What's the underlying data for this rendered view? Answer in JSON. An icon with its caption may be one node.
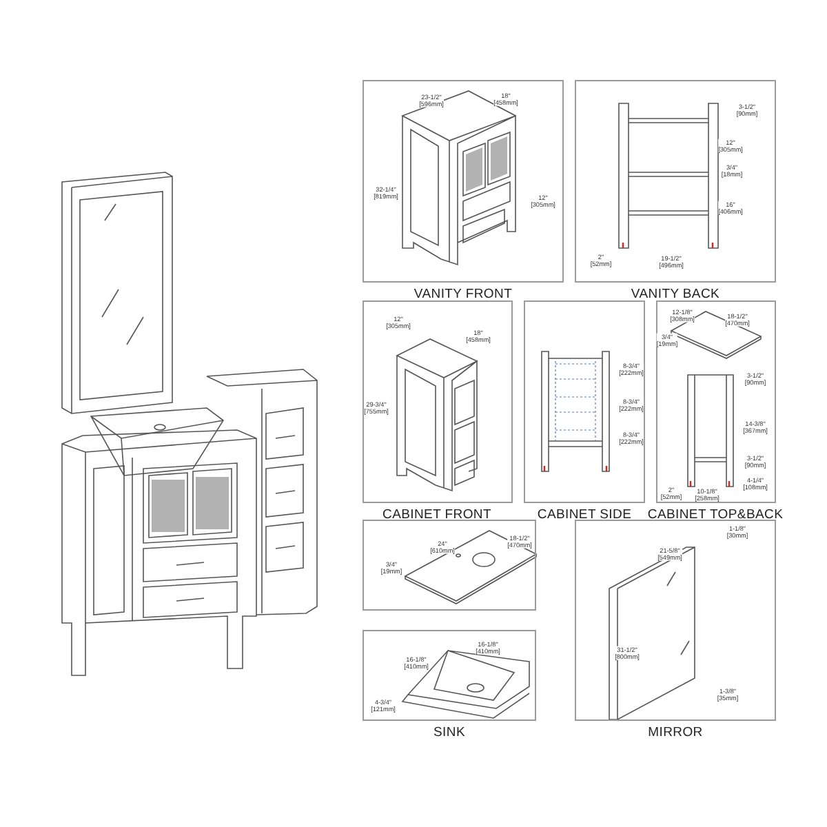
{
  "diagram": {
    "nodes": [
      {
        "text": [
          "VANITY FRONT"
        ]
      },
      {
        "text": [
          "VANITY BACK"
        ]
      },
      {
        "text": [
          "CABINET FRONT"
        ]
      },
      {
        "text": [
          "CABINET SIDE"
        ]
      },
      {
        "text": [
          "CABINET TOP&BACK"
        ]
      },
      {
        "text": [],
        "shape": "box"
      },
      {
        "text": [
          "SINK"
        ]
      },
      {
        "text": [
          "MIRROR"
        ]
      }
    ],
    "labels": [
      "23-1/2\" [596mm]",
      "18\" [458mm]",
      "32-1/4\" [819mm]",
      "12\" [305mm]",
      "3-1/2\" [90mm]",
      "12\" [305mm]",
      "3/4\" [18mm]",
      "16\" [406mm]",
      "2\" [52mm]",
      "19-1/2\" [496mm]",
      "12\" [305mm]",
      "18\" [458mm]",
      "29-3/4\" [755mm]",
      "8-3/4\" [222mm]",
      "8-3/4\" [222mm]",
      "8-3/4\" [222mm]",
      "12-1/8\" [308mm]",
      "18-1/2\" [470mm]",
      "3/4\" [19mm]",
      "3-1/2\" [90mm]",
      "14-3/8\" [367mm]",
      "3-1/2\" [90mm]",
      "4-1/4\" [108mm]",
      "2\" [52mm]",
      "10-1/8\" [258mm]",
      "24\" [610mm]",
      "18-1/2\" [470mm]",
      "3/4\" [19mm]",
      "16-1/8\" [410mm]",
      "16-1/8\" [410mm]",
      "4-3/4\" [121mm]",
      "1-1/8\" [30mm]",
      "21-5/8\" [549mm]",
      "31-1/2\" [800mm]",
      "1-3/8\" [35mm]"
    ]
  }
}
